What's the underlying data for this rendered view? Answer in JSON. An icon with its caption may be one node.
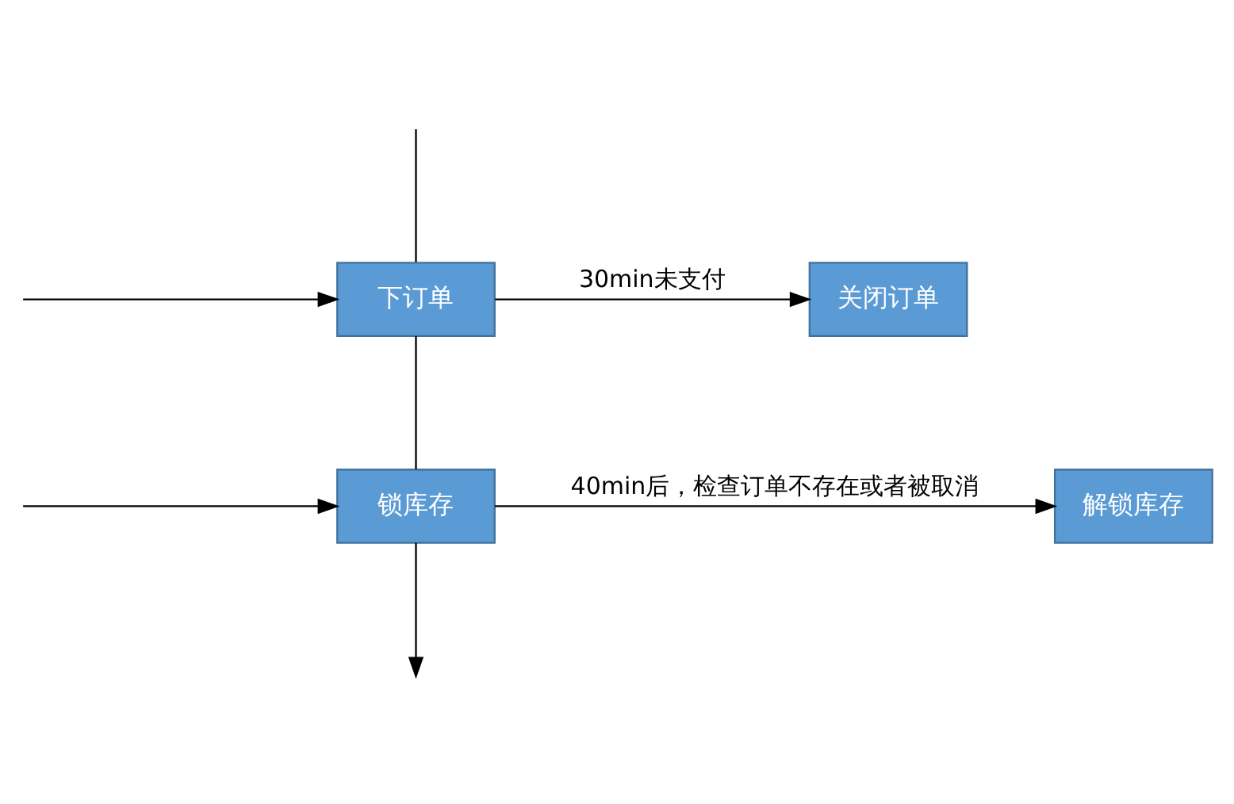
{
  "diagram": {
    "nodes": [
      {
        "text": [
          "下订单"
        ]
      },
      {
        "text": [
          "关闭订单"
        ]
      },
      {
        "text": [
          "锁库存"
        ]
      },
      {
        "text": [
          "解锁库存"
        ]
      }
    ],
    "edges": [
      {
        "from": null,
        "to": 0,
        "arrow": "to"
      },
      {
        "from": null,
        "to": 0,
        "arrow": "none"
      },
      {
        "from": 0,
        "to": 1,
        "arrow": "to",
        "label": "30min未支付"
      },
      {
        "from": 0,
        "to": 2,
        "arrow": "none"
      },
      {
        "from": null,
        "to": 2,
        "arrow": "to"
      },
      {
        "from": 2,
        "to": 3,
        "arrow": "to",
        "label": "40min后，检查订单不存在或者被取消"
      },
      {
        "from": 2,
        "to": null,
        "arrow": "to"
      }
    ]
  }
}
